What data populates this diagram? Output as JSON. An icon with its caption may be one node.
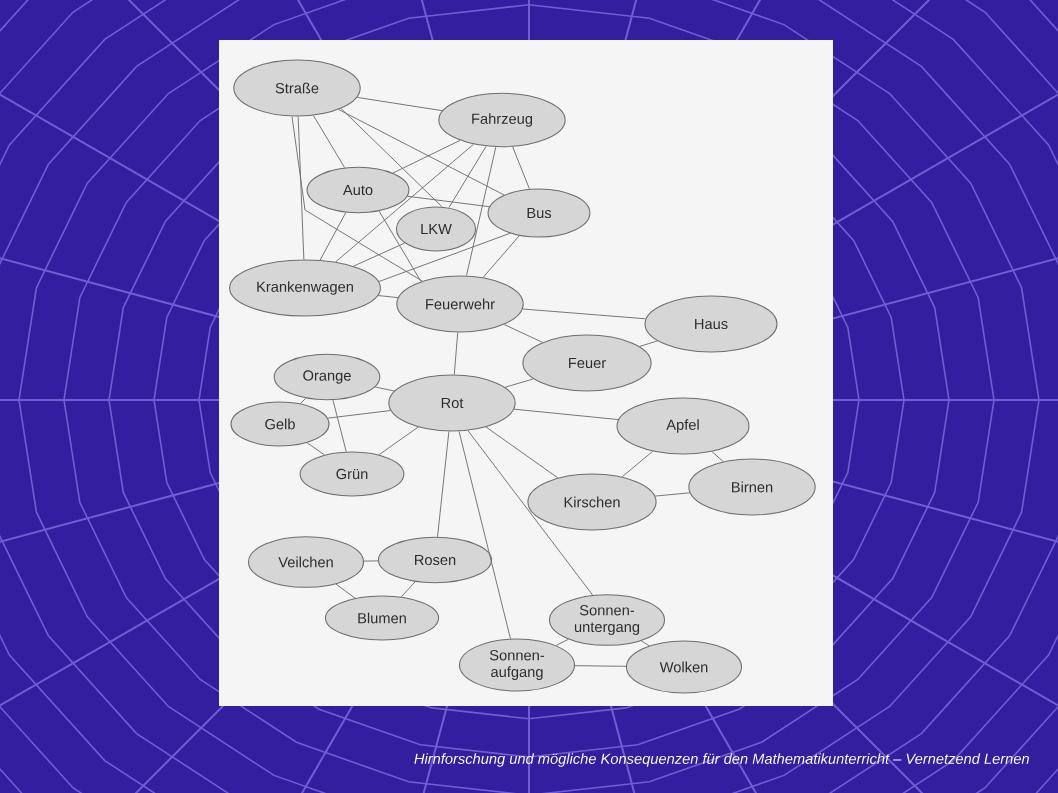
{
  "diagram": {
    "nodes": [
      {
        "text": [
          "Straße"
        ]
      },
      {
        "text": [
          "Fahrzeug"
        ]
      },
      {
        "text": [
          "Auto"
        ]
      },
      {
        "text": [
          "LKW"
        ]
      },
      {
        "text": [
          "Bus"
        ]
      },
      {
        "text": [
          "Krankenwagen"
        ]
      },
      {
        "text": [
          "Feuerwehr"
        ]
      },
      {
        "text": [
          "Haus"
        ]
      },
      {
        "text": [
          "Feuer"
        ]
      },
      {
        "text": [
          "Orange"
        ]
      },
      {
        "text": [
          "Rot"
        ]
      },
      {
        "text": [
          "Gelb"
        ]
      },
      {
        "text": [
          "Apfel"
        ]
      },
      {
        "text": [
          "Grün"
        ]
      },
      {
        "text": [
          "Birnen"
        ]
      },
      {
        "text": [
          "Kirschen"
        ]
      },
      {
        "text": [
          "Veilchen"
        ]
      },
      {
        "text": [
          "Rosen"
        ]
      },
      {
        "text": [
          "Blumen"
        ]
      },
      {
        "text": [
          "Sonnen- untergang"
        ]
      },
      {
        "text": [
          "Sonnen- aufgang"
        ]
      },
      {
        "text": [
          "Wolken"
        ]
      }
    ],
    "edges": [
      {
        "from": 0,
        "to": 1,
        "arrow": "none"
      },
      {
        "from": 0,
        "to": 2,
        "arrow": "none"
      },
      {
        "from": 0,
        "to": 3,
        "arrow": "none"
      },
      {
        "from": 0,
        "to": 4,
        "arrow": "none"
      },
      {
        "from": 0,
        "to": 5,
        "arrow": "none"
      },
      {
        "from": 0,
        "to": 6,
        "arrow": "none"
      },
      {
        "from": 1,
        "to": 2,
        "arrow": "none"
      },
      {
        "from": 1,
        "to": 5,
        "arrow": "none"
      },
      {
        "from": 1,
        "to": 3,
        "arrow": "none"
      },
      {
        "from": 1,
        "to": 6,
        "arrow": "none"
      },
      {
        "from": 1,
        "to": 4,
        "arrow": "none"
      },
      {
        "from": 2,
        "to": 4,
        "arrow": "none"
      },
      {
        "from": 2,
        "to": 5,
        "arrow": "none"
      },
      {
        "from": 2,
        "to": 6,
        "arrow": "none"
      },
      {
        "from": 3,
        "to": 5,
        "arrow": "none"
      },
      {
        "from": 4,
        "to": 5,
        "arrow": "none"
      },
      {
        "from": 4,
        "to": 6,
        "arrow": "none"
      },
      {
        "from": 5,
        "to": 6,
        "arrow": "none"
      },
      {
        "from": 6,
        "to": 7,
        "arrow": "none"
      },
      {
        "from": 6,
        "to": 8,
        "arrow": "none"
      },
      {
        "from": 6,
        "to": 10,
        "arrow": "none"
      },
      {
        "from": 8,
        "to": 7,
        "arrow": "none"
      },
      {
        "from": 8,
        "to": 10,
        "arrow": "none"
      },
      {
        "from": 9,
        "to": 10,
        "arrow": "none"
      },
      {
        "from": 9,
        "to": 11,
        "arrow": "none"
      },
      {
        "from": 9,
        "to": 13,
        "arrow": "none"
      },
      {
        "from": 11,
        "to": 10,
        "arrow": "none"
      },
      {
        "from": 11,
        "to": 13,
        "arrow": "none"
      },
      {
        "from": 13,
        "to": 10,
        "arrow": "none"
      },
      {
        "from": 10,
        "to": 12,
        "arrow": "none"
      },
      {
        "from": 10,
        "to": 15,
        "arrow": "none"
      },
      {
        "from": 12,
        "to": 15,
        "arrow": "none"
      },
      {
        "from": 12,
        "to": 14,
        "arrow": "none"
      },
      {
        "from": 15,
        "to": 14,
        "arrow": "none"
      },
      {
        "from": 10,
        "to": 17,
        "arrow": "none"
      },
      {
        "from": 10,
        "to": 20,
        "arrow": "none"
      },
      {
        "from": 10,
        "to": 19,
        "arrow": "none"
      },
      {
        "from": 16,
        "to": 17,
        "arrow": "none"
      },
      {
        "from": 16,
        "to": 18,
        "arrow": "none"
      },
      {
        "from": 17,
        "to": 18,
        "arrow": "none"
      },
      {
        "from": 19,
        "to": 20,
        "arrow": "none"
      },
      {
        "from": 19,
        "to": 21,
        "arrow": "none"
      },
      {
        "from": 20,
        "to": 21,
        "arrow": "none"
      }
    ],
    "labels": [
      "Hirnforschung und mögliche Konsequenzen für den Mathematikunterricht – Vernetzend Lernen"
    ]
  }
}
